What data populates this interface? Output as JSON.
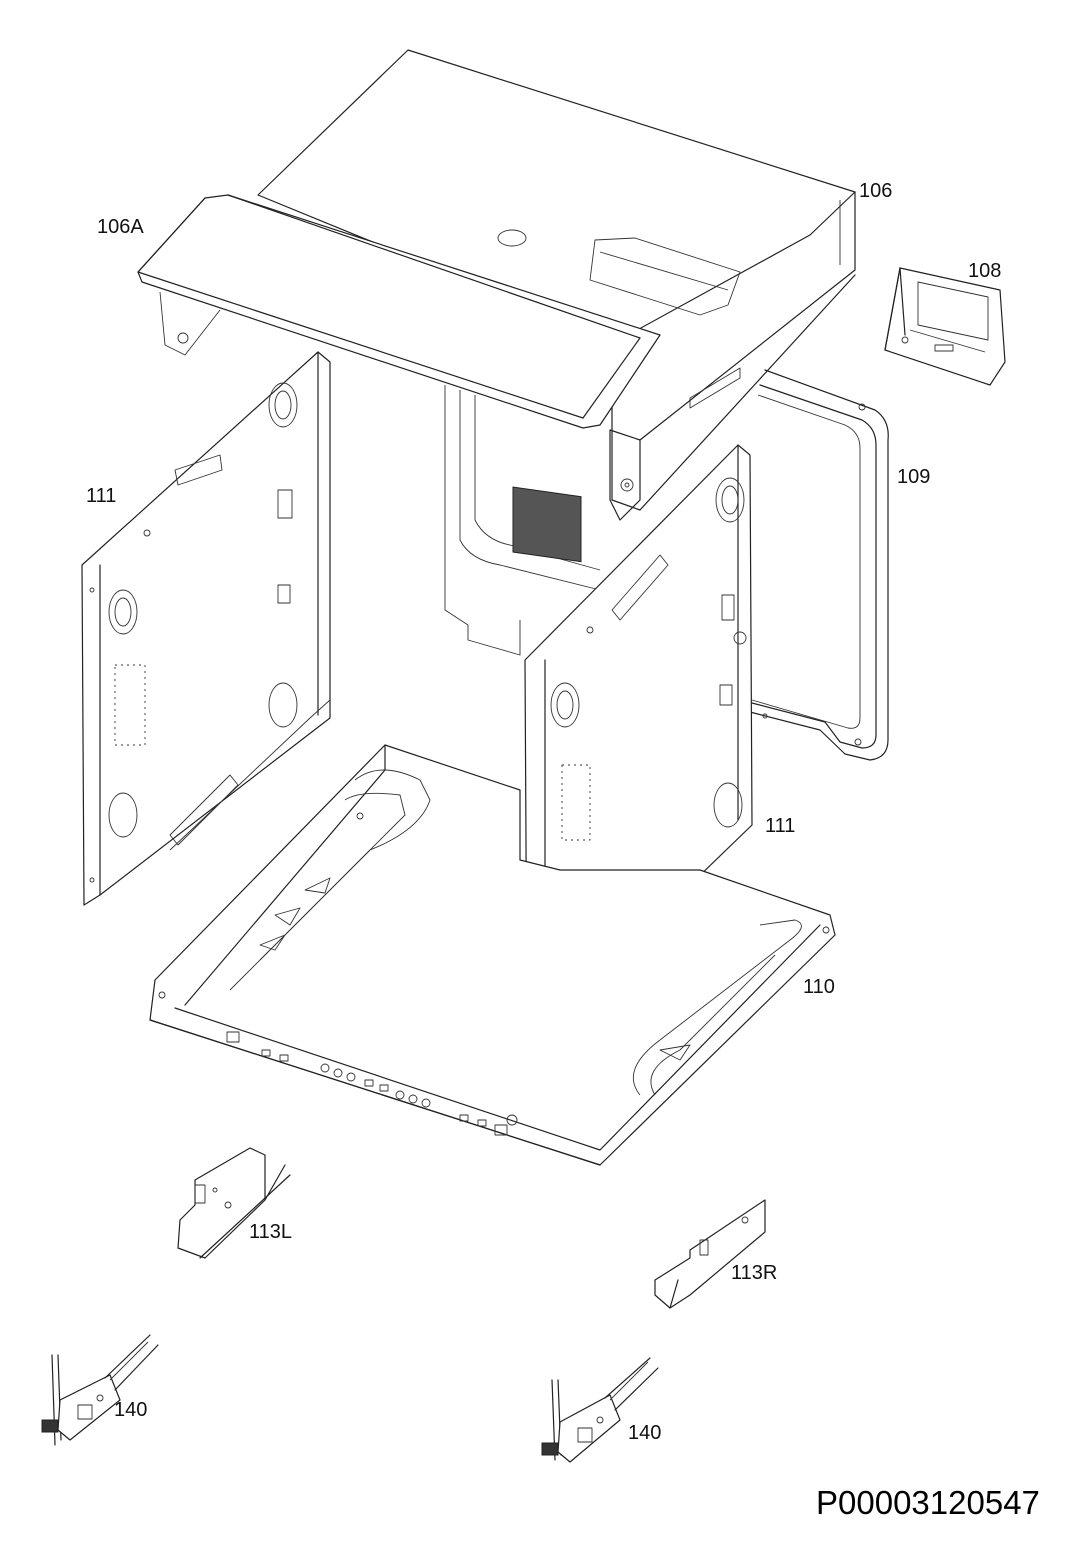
{
  "labels": {
    "p106": "106",
    "p106A": "106A",
    "p108": "108",
    "p109": "109",
    "p110": "110",
    "p111_left": "111",
    "p111_right": "111",
    "p113L": "113L",
    "p113R": "113R",
    "p140_left": "140",
    "p140_right": "140"
  },
  "document_code": "P00003120547",
  "colors": {
    "line": "#222222",
    "background": "#ffffff"
  }
}
